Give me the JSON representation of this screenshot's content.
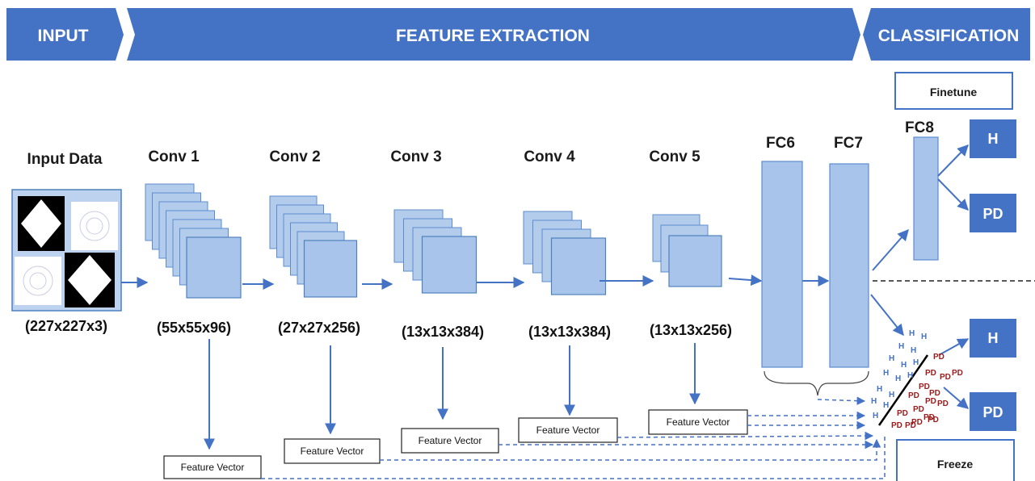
{
  "banners": {
    "input": "INPUT",
    "feature_extraction": "FEATURE EXTRACTION",
    "classification": "CLASSIFICATION"
  },
  "input_block": {
    "title": "Input Data",
    "dims": "(227x227x3)"
  },
  "conv_layers": [
    {
      "title": "Conv 1",
      "dims": "(55x55x96)",
      "maps": 7
    },
    {
      "title": "Conv 2",
      "dims": "(27x27x256)",
      "maps": 6
    },
    {
      "title": "Conv 3",
      "dims": "(13x13x384)",
      "maps": 4
    },
    {
      "title": "Conv 4",
      "dims": "(13x13x384)",
      "maps": 4
    },
    {
      "title": "Conv 5",
      "dims": "(13x13x256)",
      "maps": 3
    }
  ],
  "fc_layers": [
    {
      "title": "FC6"
    },
    {
      "title": "FC7"
    },
    {
      "title": "FC8"
    }
  ],
  "feature_vector_label": "Feature Vector",
  "modes": {
    "finetune": "Finetune",
    "freeze": "Freeze"
  },
  "outputs": {
    "healthy": "H",
    "parkinsons": "PD"
  },
  "scatter_labels": {
    "healthy": "H",
    "parkinsons": "PD"
  },
  "colors": {
    "banner": "#4472c4",
    "layer_fill": "#a9c4ea",
    "arrow": "#4472c4",
    "pd_text": "#9b1b1b"
  }
}
